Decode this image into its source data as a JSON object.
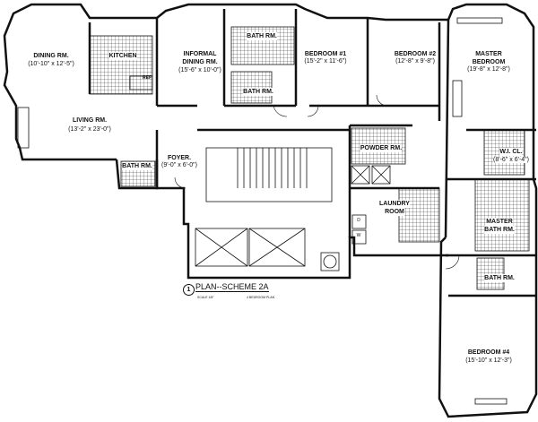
{
  "rooms": {
    "dining": {
      "name": "DINING RM.",
      "dims": "(10'-10\" x 12'-5\")"
    },
    "kitchen": {
      "name": "KITCHEN"
    },
    "informal_dining": {
      "name1": "INFORMAL",
      "name2": "DINING RM.",
      "dims": "(15'-6\" x 10'-0\")"
    },
    "bath_upper": {
      "name": "BATH RM."
    },
    "bath_mid": {
      "name": "BATH RM."
    },
    "bedroom1": {
      "name": "BEDROOM #1",
      "dims": "(15'-2\" x 11'-6\")"
    },
    "bedroom2": {
      "name": "BEDROOM #2",
      "dims": "(12'-8\" x 9'-8\")"
    },
    "master": {
      "name1": "MASTER",
      "name2": "BEDROOM",
      "dims": "(19'-8\" x 12'-8\")"
    },
    "living": {
      "name": "LIVING RM.",
      "dims": "(13'-2\" x 23'-0\")"
    },
    "foyer": {
      "name": "FOYER.",
      "dims": "(9'-0\" x 6'-0\")"
    },
    "bath_foyer": {
      "name": "BATH RM."
    },
    "powder": {
      "name": "POWDER RM."
    },
    "wic": {
      "name": "W.I. CL.",
      "dims": "(8'-6\" x 6'-4\")"
    },
    "laundry": {
      "name1": "LAUNDRY",
      "name2": "ROOM"
    },
    "master_bath": {
      "name1": "MASTER",
      "name2": "BATH RM."
    },
    "bath_lower": {
      "name": "BATH RM."
    },
    "bedroom4": {
      "name": "BEDROOM #4",
      "dims": "(15'-10\" x 12'-3\")"
    },
    "ref": "REF",
    "dryer": "D",
    "washer": "W"
  },
  "plan": {
    "number": "1",
    "title": "PLAN--SCHEME 2A",
    "scale": "SCALE 1/8\"",
    "subtitle": "4 BEDROOM PLAN"
  }
}
